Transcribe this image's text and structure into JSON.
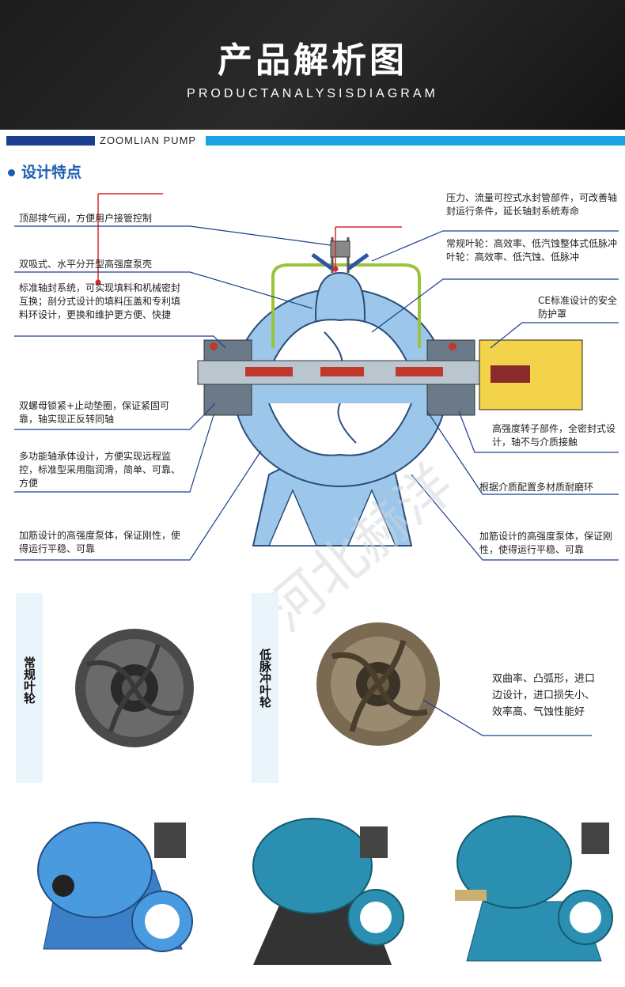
{
  "header": {
    "title": "产品解析图",
    "subtitle": "PRODUCTANALYSISDIAGRAM"
  },
  "brand": {
    "text": "ZOOMLIAN PUMP"
  },
  "section": {
    "title": "设计特点"
  },
  "watermark": "河北赫洋",
  "callouts_left": [
    {
      "text": "顶部排气阀，方便用户接管控制"
    },
    {
      "text": "双吸式、水平分开型高强度泵壳"
    },
    {
      "text": "标准轴封系统，可实现填料和机械密封互换；剖分式设计的填料压盖和专利填料环设计，更换和维护更方便、快捷"
    },
    {
      "text": "双螺母锁紧+止动垫圈，保证紧固可靠，轴实现正反转同轴"
    },
    {
      "text": "多功能轴承体设计，方便实现远程监控，标准型采用脂润滑，简单、可靠、方便"
    },
    {
      "text": "加筋设计的高强度泵体，保证刚性，使得运行平稳、可靠"
    }
  ],
  "callouts_right": [
    {
      "text": "压力、流量可控式水封管部件，可改善轴封运行条件，延长轴封系统寿命"
    },
    {
      "text": "常规叶轮：高效率、低汽蚀整体式低脉冲叶轮：高效率、低汽蚀、低脉冲"
    },
    {
      "text": "CE标准设计的安全防护罩"
    },
    {
      "text": "高强度转子部件，全密封式设计，轴不与介质接触"
    },
    {
      "text": "根据介质配置多材质耐磨环"
    },
    {
      "text": "加筋设计的高强度泵体，保证刚性，使得运行平稳、可靠"
    }
  ],
  "impellers": {
    "normal_label": "常规叶轮",
    "lowpulse_label": "低脉冲叶轮",
    "note": "双曲率、凸弧形，进口边设计，进口损失小、效率高、气蚀性能好"
  },
  "colors": {
    "pump_blue": "#9cc6ea",
    "accent_blue": "#1aa3e0",
    "dark_blue": "#1b3f8f",
    "guard_yellow": "#f2d34a",
    "pump_teal": "#2a8fb0",
    "pump_light": "#4aa3d8"
  },
  "icons": [
    "impeller-normal-icon",
    "impeller-lowpulse-icon",
    "pump-model-1-icon",
    "pump-model-2-icon",
    "pump-model-3-icon"
  ]
}
